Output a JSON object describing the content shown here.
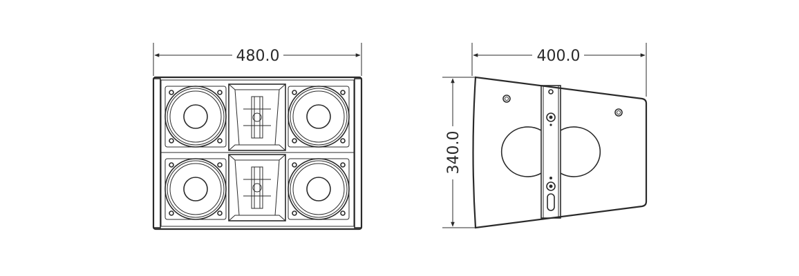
{
  "dimensions": {
    "front_width": "480.0",
    "side_depth": "400.0",
    "side_height": "340.0"
  }
}
